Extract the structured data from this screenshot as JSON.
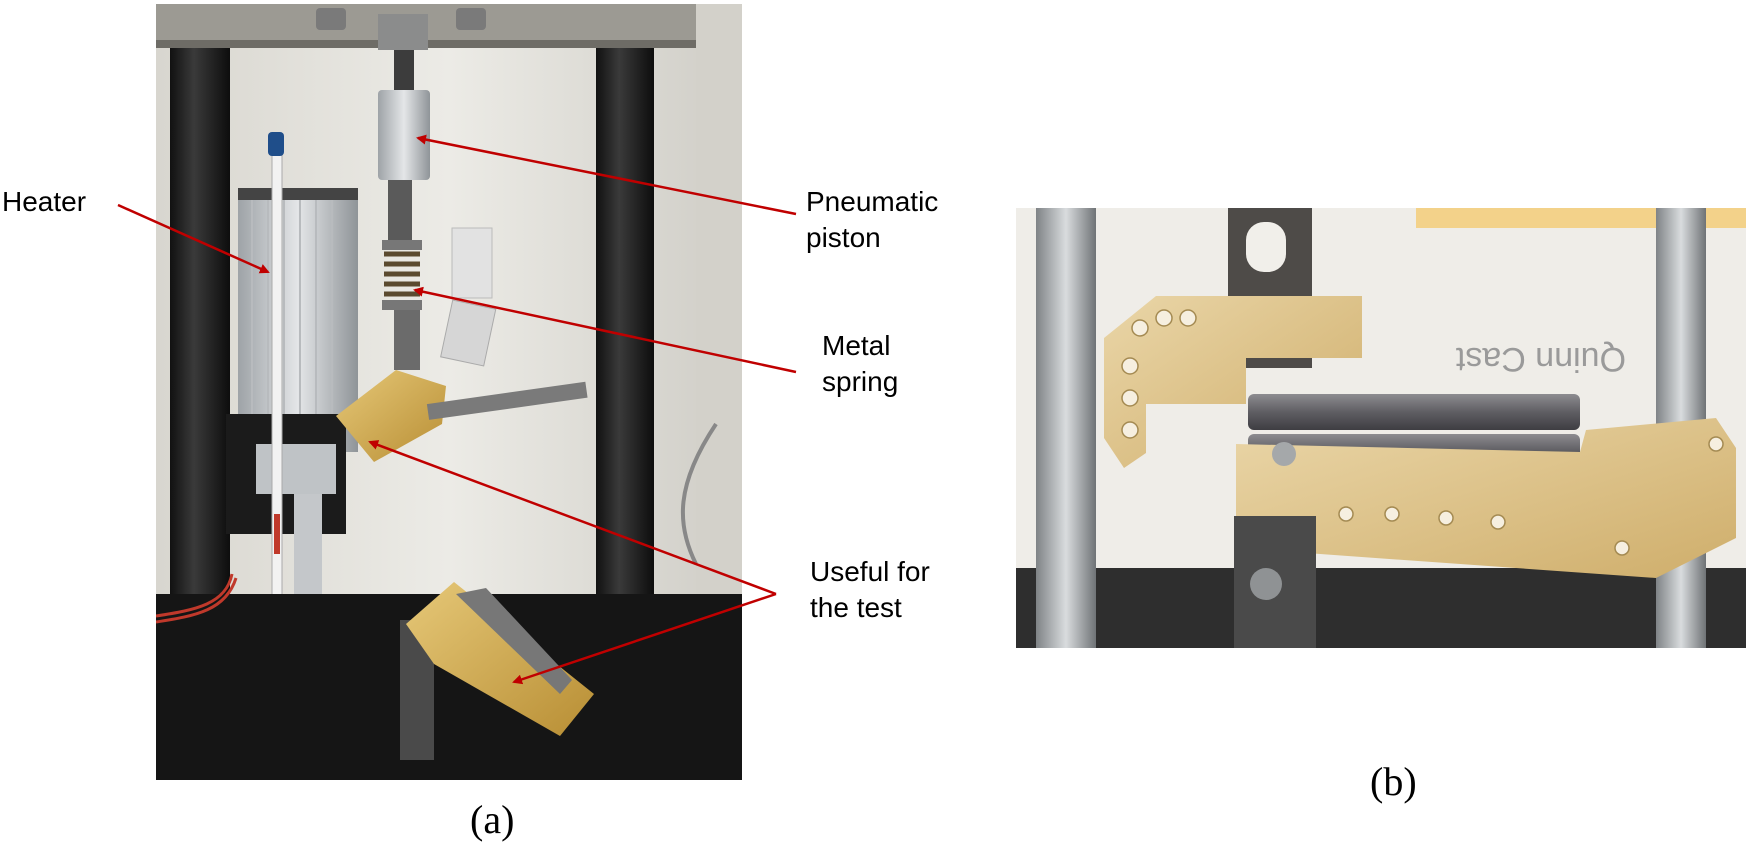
{
  "photo_a": {
    "caption": "(a)",
    "annotations": {
      "heater": "Heater",
      "pneumatic_piston": [
        "Pneumatic",
        "piston"
      ],
      "metal_spring": [
        "Metal",
        "spring"
      ],
      "useful_for_test": [
        "Useful for",
        "the test"
      ]
    },
    "arrow_color": "#c00000"
  },
  "photo_b": {
    "caption": "(b)",
    "background_text": "Quinn Cast"
  }
}
